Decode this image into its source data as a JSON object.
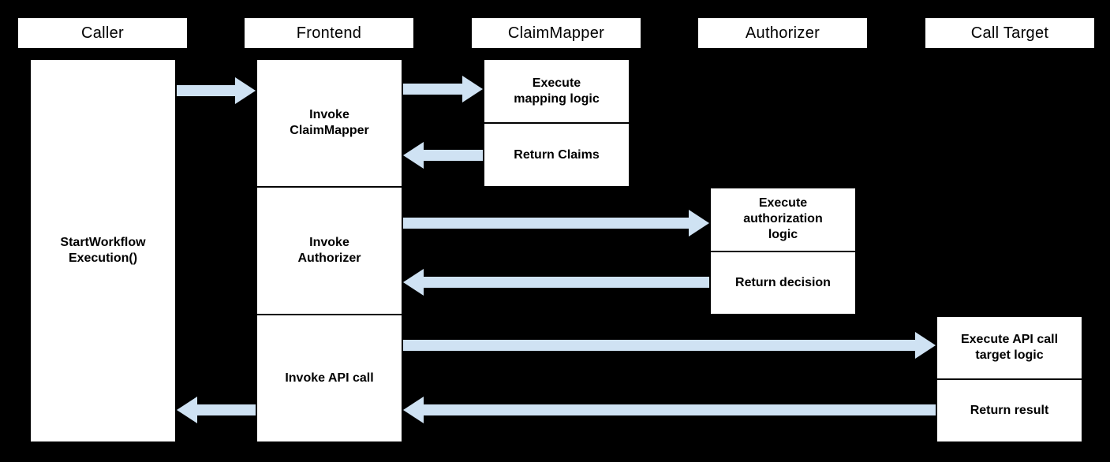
{
  "diagram": {
    "type": "sequence-diagram",
    "colors": {
      "background": "#000000",
      "box_fill": "#ffffff",
      "box_border": "#000000",
      "arrow_fill": "#cfe2f3",
      "text": "#000000"
    },
    "actors": [
      {
        "label": "Caller"
      },
      {
        "label": "Frontend"
      },
      {
        "label": "ClaimMapper"
      },
      {
        "label": "Authorizer"
      },
      {
        "label": "Call Target"
      }
    ],
    "caller": {
      "activity": "StartWorkflow\nExecution()"
    },
    "frontend": {
      "steps": [
        {
          "label": "Invoke\nClaimMapper"
        },
        {
          "label": "Invoke\nAuthorizer"
        },
        {
          "label": "Invoke API call"
        }
      ]
    },
    "claimmapper": {
      "steps": [
        {
          "label": "Execute\nmapping logic"
        },
        {
          "label": "Return Claims"
        }
      ]
    },
    "authorizer": {
      "steps": [
        {
          "label": "Execute\nauthorization\nlogic"
        },
        {
          "label": "Return decision"
        }
      ]
    },
    "calltarget": {
      "steps": [
        {
          "label": "Execute API call\ntarget logic"
        },
        {
          "label": "Return result"
        }
      ]
    },
    "messages": [
      {
        "from": "Caller",
        "to": "Frontend",
        "direction": "right"
      },
      {
        "from": "Frontend",
        "to": "ClaimMapper",
        "direction": "right"
      },
      {
        "from": "ClaimMapper",
        "to": "Frontend",
        "direction": "left"
      },
      {
        "from": "Frontend",
        "to": "Authorizer",
        "direction": "right"
      },
      {
        "from": "Authorizer",
        "to": "Frontend",
        "direction": "left"
      },
      {
        "from": "Frontend",
        "to": "Call Target",
        "direction": "right"
      },
      {
        "from": "Call Target",
        "to": "Frontend",
        "direction": "left"
      },
      {
        "from": "Frontend",
        "to": "Caller",
        "direction": "left"
      }
    ]
  }
}
